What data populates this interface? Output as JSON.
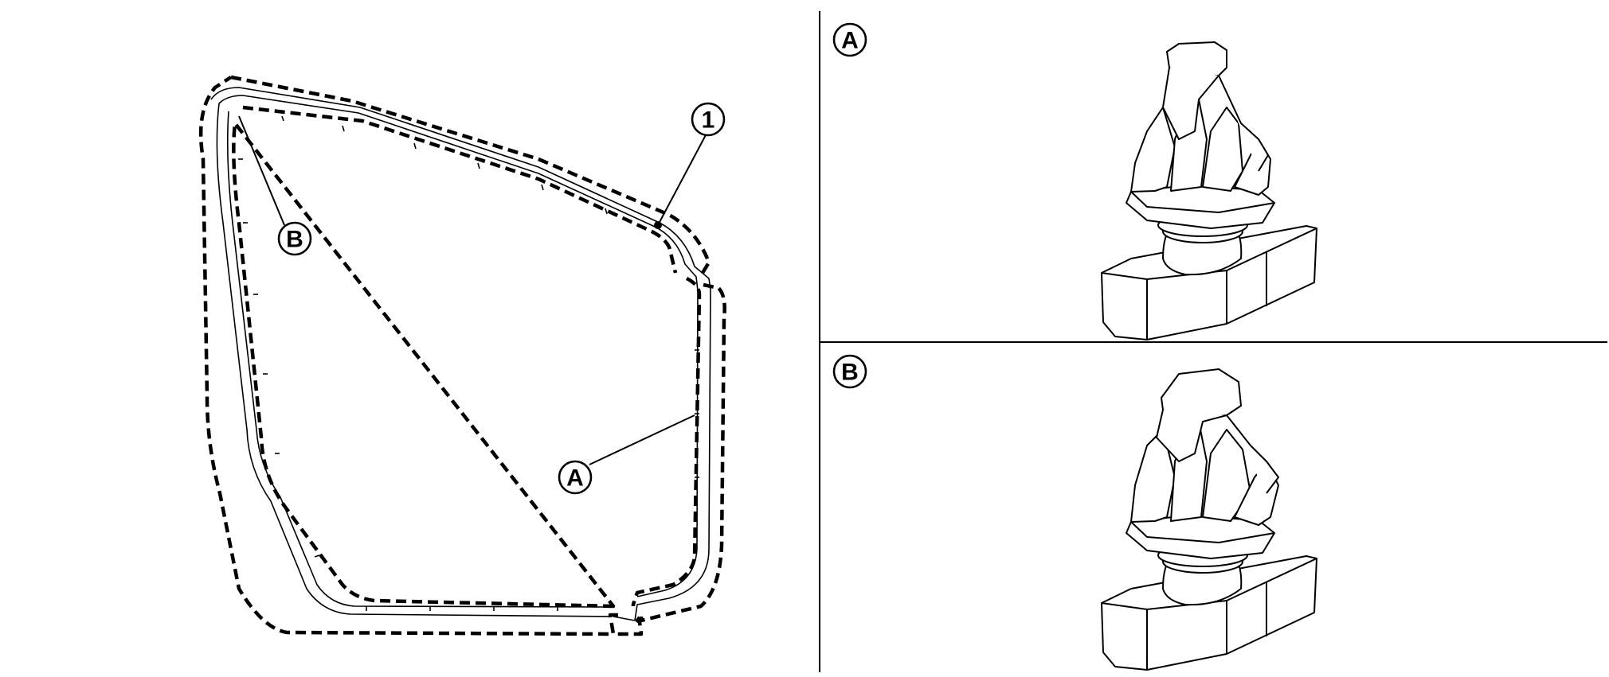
{
  "callouts": {
    "part_1": "1",
    "clip_a": "A",
    "clip_b": "B"
  },
  "panels": {
    "top_label": "A",
    "bottom_label": "B"
  },
  "colors": {
    "ink": "#000000",
    "background": "#ffffff"
  }
}
